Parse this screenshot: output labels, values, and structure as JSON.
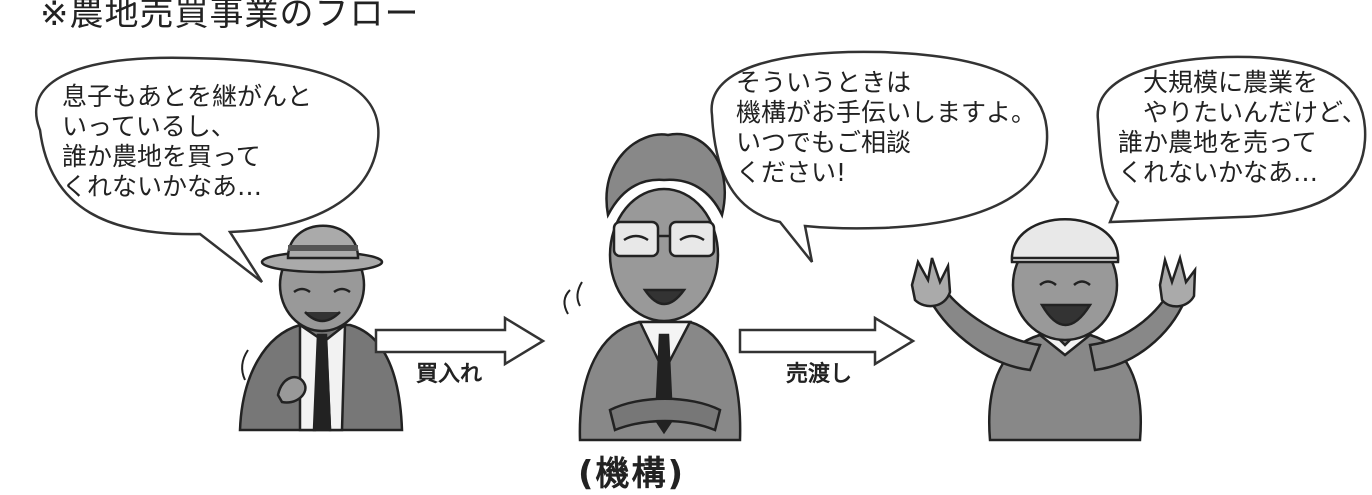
{
  "title": "※農地売買事業のフロー",
  "bubbles": {
    "seller": "息子もあとを継がんと\nいっているし、\n誰か農地を買って\nくれないかなあ…",
    "agency": "そういうときは\n機構がお手伝いしますよ。\nいつでもご相談\nください!",
    "buyer": "　大規模に農業を\n　やりたいんだけど、\n誰か農地を売って\nくれないかなあ…"
  },
  "arrows": {
    "purchase": "買入れ",
    "sale": "売渡し"
  },
  "agency_label": "(機構)"
}
